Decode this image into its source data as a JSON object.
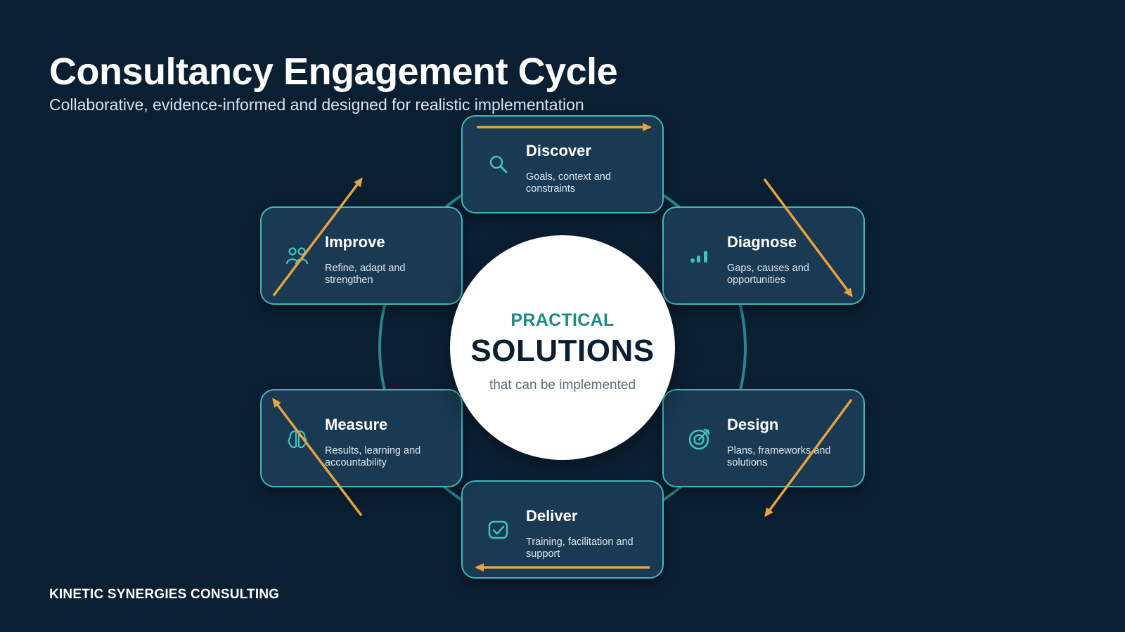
{
  "header": {
    "title": "Consultancy Engagement Cycle",
    "subtitle": "Collaborative, evidence-informed and designed for realistic implementation"
  },
  "center": {
    "line1": "PRACTICAL",
    "line2": "SOLUTIONS",
    "line3": "that can be implemented"
  },
  "stages": [
    {
      "id": "discover",
      "label": "Discover",
      "description": "Goals, context and constraints",
      "icon": "search-icon"
    },
    {
      "id": "diagnose",
      "label": "Diagnose",
      "description": "Gaps, causes and opportunities",
      "icon": "bar-chart-icon"
    },
    {
      "id": "design",
      "label": "Design",
      "description": "Plans, frameworks and solutions",
      "icon": "target-icon"
    },
    {
      "id": "deliver",
      "label": "Deliver",
      "description": "Training, facilitation and support",
      "icon": "check-square-icon"
    },
    {
      "id": "measure",
      "label": "Measure",
      "description": "Results, learning and accountability",
      "icon": "brain-icon"
    },
    {
      "id": "improve",
      "label": "Improve",
      "description": "Refine, adapt and strengthen",
      "icon": "people-icon"
    }
  ],
  "footer": {
    "company": "KINETIC SYNERGIES CONSULTING"
  },
  "colors": {
    "background": "#0b1f33",
    "card": "#193a52",
    "card_border": "#3fb7b8",
    "accent_teal": "#1c8b86",
    "arrow": "#e8a33c"
  }
}
